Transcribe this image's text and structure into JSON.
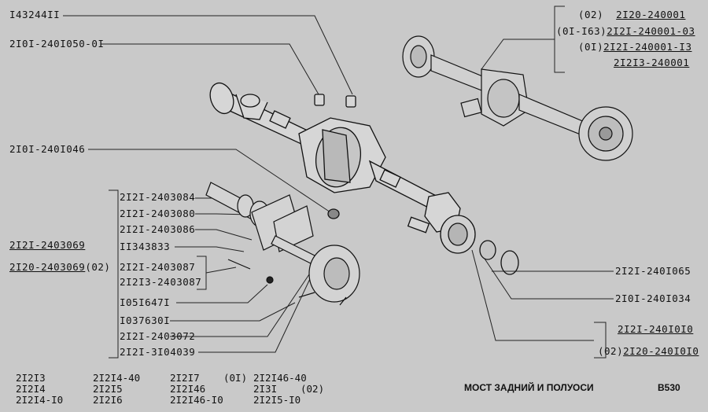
{
  "labels": {
    "p143244": "I43244II",
    "p2101_2401050": "2I0I-240I050-0I",
    "p2101_2401046": "2I0I-240I046",
    "p2121_2403084": "2I2I-2403084",
    "p2121_2403080": "2I2I-2403080",
    "p2121_2403086": "2I2I-2403086",
    "p11343833": "II343833",
    "p2121_2403069": "2I2I-2403069",
    "p2120_2403069": "2I20-2403069",
    "p2120_2403069_suffix": "(02)",
    "p2121_2403087": "2I2I-2403087",
    "p21213_2403087": "2I2I3-2403087",
    "p1051647": "I05I647I",
    "p1037630": "I037630I",
    "p2121_2403072": "2I2I-2403072",
    "p2121_3104039": "2I2I-3I04039",
    "p2121_2401065": "2I2I-240I065",
    "p2101_2401034": "2I0I-240I034",
    "p2121_2401010": "2I2I-240I0I0",
    "p2120_2401010_prefix": "(02)",
    "p2120_2401010": "2I20-240I0I0",
    "tr_1_prefix": "(02)",
    "tr_1": "2I20-240001",
    "tr_2_prefix": "(0I-I63)",
    "tr_2": "2I2I-240001-03",
    "tr_3_prefix": "(0I)",
    "tr_3": "2I2I-240001-I3",
    "tr_4": "2I2I3-240001"
  },
  "models": {
    "col1": [
      "2I2I3",
      "2I2I4",
      "2I2I4-I0"
    ],
    "col2": [
      "2I2I4-40",
      "2I2I5",
      "2I2I6"
    ],
    "col3": [
      "2I2I7",
      "2I2I46",
      "2I2I46-I0"
    ],
    "col3_suffix": "(0I)",
    "col4": [
      "2I2I46-40",
      "2I3I",
      "2I2I5-I0"
    ],
    "col4_suffix": "(02)"
  },
  "footer": {
    "title": "МОСТ ЗАДНИЙ И ПОЛУОСИ",
    "code": "B530"
  }
}
